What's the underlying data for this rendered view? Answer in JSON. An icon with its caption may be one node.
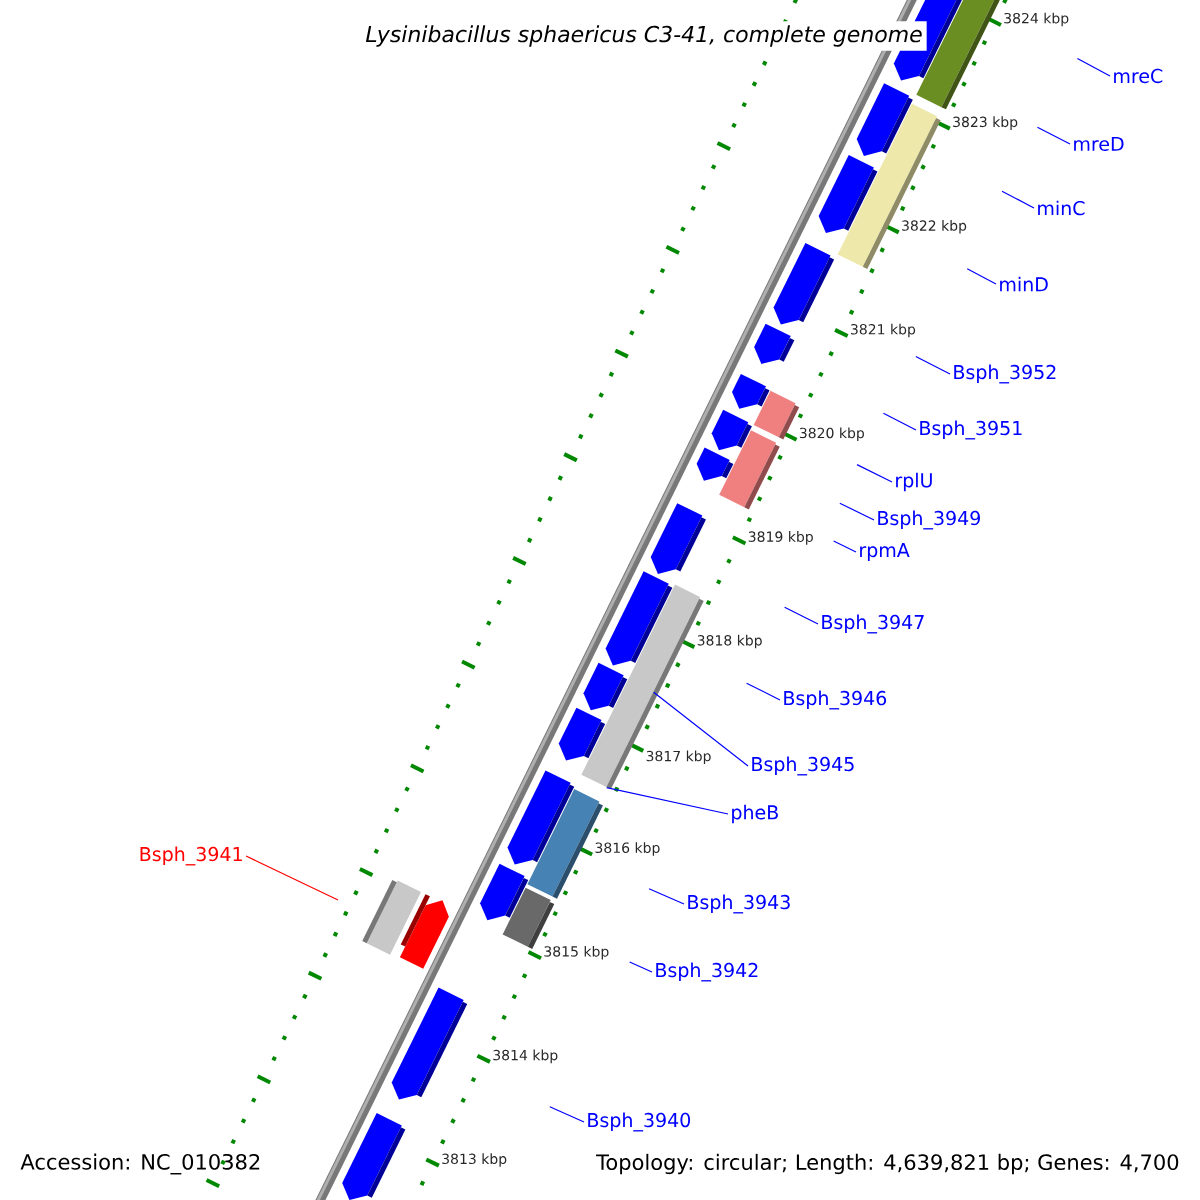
{
  "diagram": {
    "title": "Lysinibacillus sphaericus C3-41, complete genome",
    "nodes": [
      {
        "text": [
          "mreC"
        ]
      },
      {
        "text": [
          "mreD"
        ]
      },
      {
        "text": [
          "minC"
        ]
      },
      {
        "text": [
          "minD"
        ]
      },
      {
        "text": [
          "Bsph_3952"
        ]
      },
      {
        "text": [
          "Bsph_3951"
        ]
      },
      {
        "text": [
          "rplU"
        ]
      },
      {
        "text": [
          "Bsph_3949"
        ]
      },
      {
        "text": [
          "rpmA"
        ]
      },
      {
        "text": [
          "Bsph_3947"
        ]
      },
      {
        "text": [
          "Bsph_3946"
        ]
      },
      {
        "text": [
          "Bsph_3945"
        ]
      },
      {
        "text": [
          "pheB"
        ]
      },
      {
        "text": [
          "Bsph_3941"
        ]
      },
      {
        "text": [
          "Bsph_3943"
        ]
      },
      {
        "text": [
          "Bsph_3942"
        ]
      },
      {
        "text": [
          "Bsph_3940"
        ]
      },
      {
        "text": [],
        "shape": "bar"
      }
    ],
    "edges": [
      {
        "from": 0,
        "to": null,
        "arrow": "none"
      },
      {
        "from": 1,
        "to": null,
        "arrow": "none"
      },
      {
        "from": 2,
        "to": null,
        "arrow": "none"
      },
      {
        "from": 3,
        "to": null,
        "arrow": "none"
      },
      {
        "from": 4,
        "to": null,
        "arrow": "none"
      },
      {
        "from": 5,
        "to": null,
        "arrow": "none"
      },
      {
        "from": 6,
        "to": null,
        "arrow": "none"
      },
      {
        "from": 7,
        "to": null,
        "arrow": "none"
      },
      {
        "from": 8,
        "to": null,
        "arrow": "none"
      },
      {
        "from": 9,
        "to": null,
        "arrow": "none"
      },
      {
        "from": 10,
        "to": null,
        "arrow": "none"
      },
      {
        "from": 11,
        "to": 17,
        "arrow": "none"
      },
      {
        "from": 12,
        "to": 17,
        "arrow": "none"
      },
      {
        "from": 13,
        "to": null,
        "arrow": "none",
        "color": "#ff0000"
      },
      {
        "from": 14,
        "to": null,
        "arrow": "none"
      },
      {
        "from": 15,
        "to": null,
        "arrow": "none"
      },
      {
        "from": 16,
        "to": null,
        "arrow": "none"
      }
    ],
    "labels": [
      "3824 kbp",
      "3823 kbp",
      "3822 kbp",
      "3821 kbp",
      "3820 kbp",
      "3819 kbp",
      "3818 kbp",
      "3817 kbp",
      "3816 kbp",
      "3815 kbp",
      "3814 kbp",
      "3813 kbp",
      "Accession: NC_010382",
      "Topology: circular; Length: 4,639,821 bp; Genes: 4,700"
    ]
  }
}
